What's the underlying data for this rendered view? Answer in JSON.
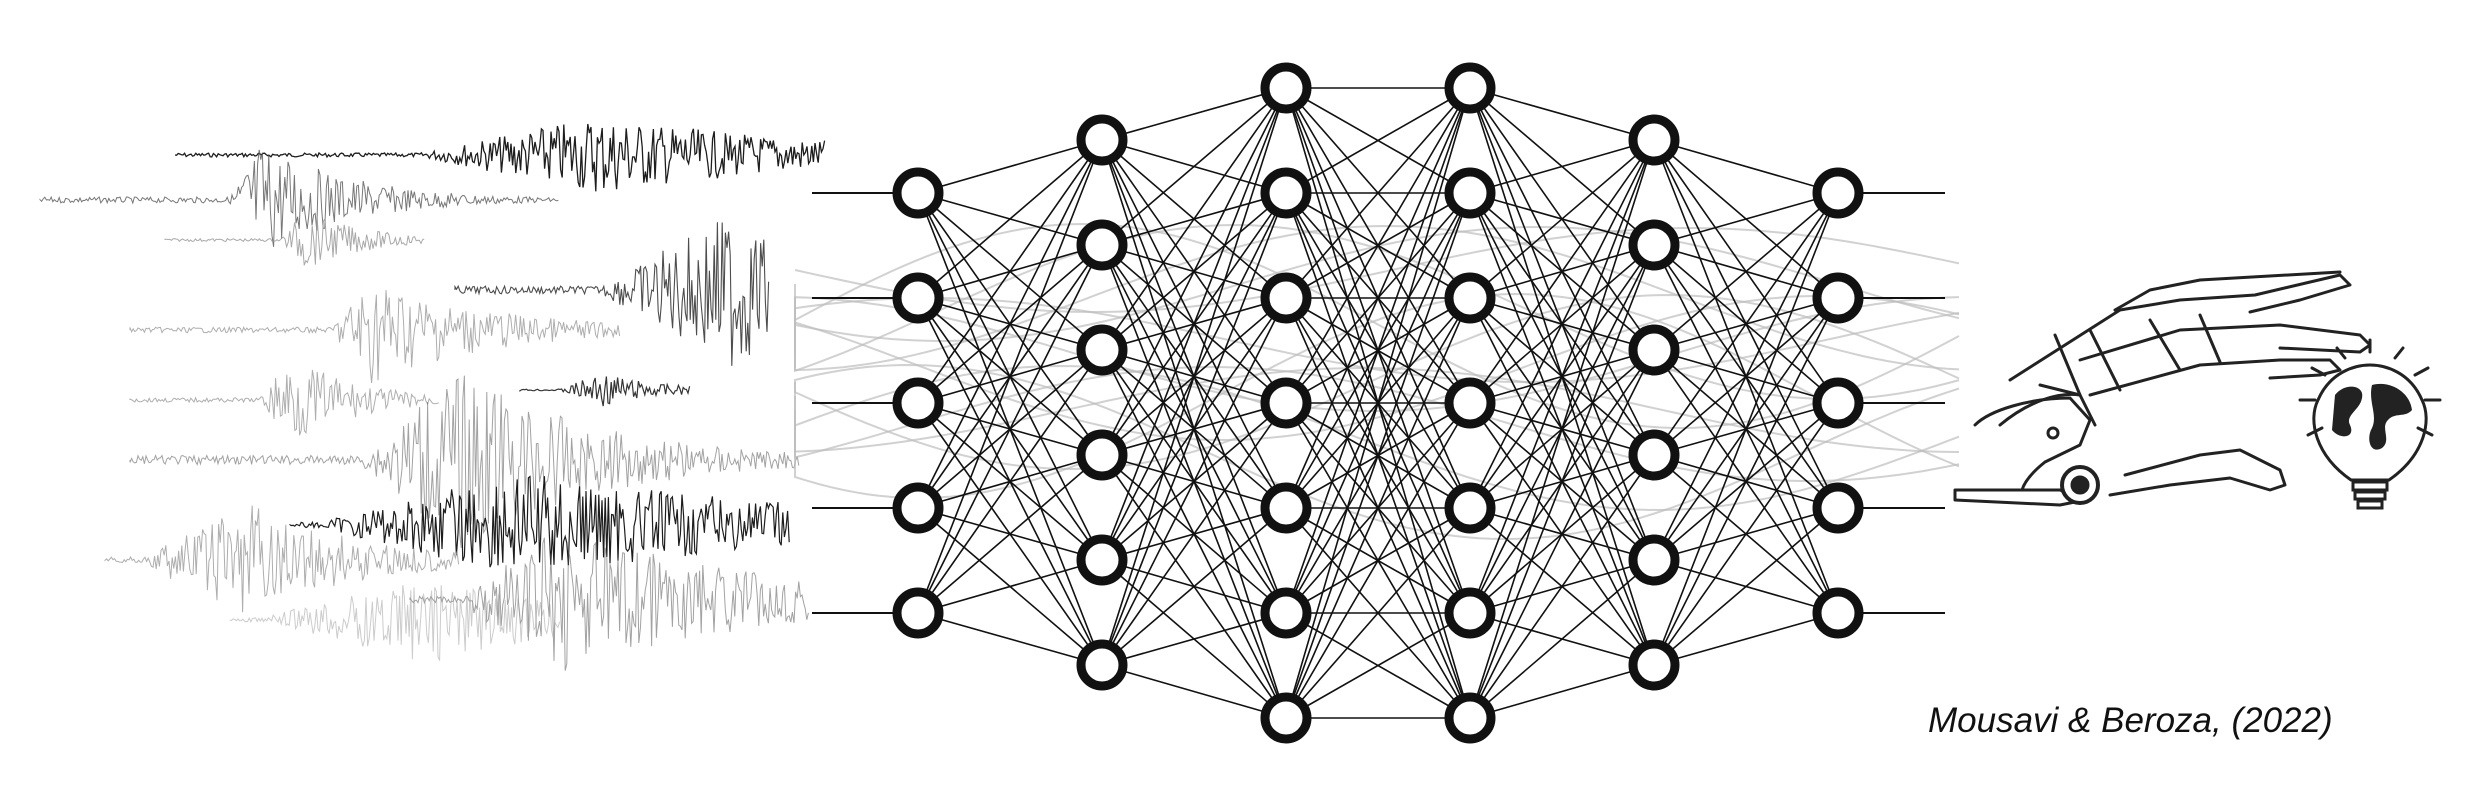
{
  "citation": "Mousavi & Beroza, (2022)",
  "colors": {
    "background": "#ffffff",
    "ink": "#111111",
    "waveform_dark": "#111111",
    "waveform_mid": "#555555",
    "waveform_light": "#9a9a9a",
    "ghost_curves": "#bdbdbd"
  },
  "figure": {
    "left_panel": "seismic-waveform-collage",
    "center_panel": "fully-connected-neural-network",
    "right_panel": "robotic-hand-with-lightbulb",
    "network_layers": [
      5,
      6,
      7,
      7,
      6,
      5
    ],
    "icons": [
      "robot-hand-icon",
      "lightbulb-globe-icon"
    ]
  }
}
